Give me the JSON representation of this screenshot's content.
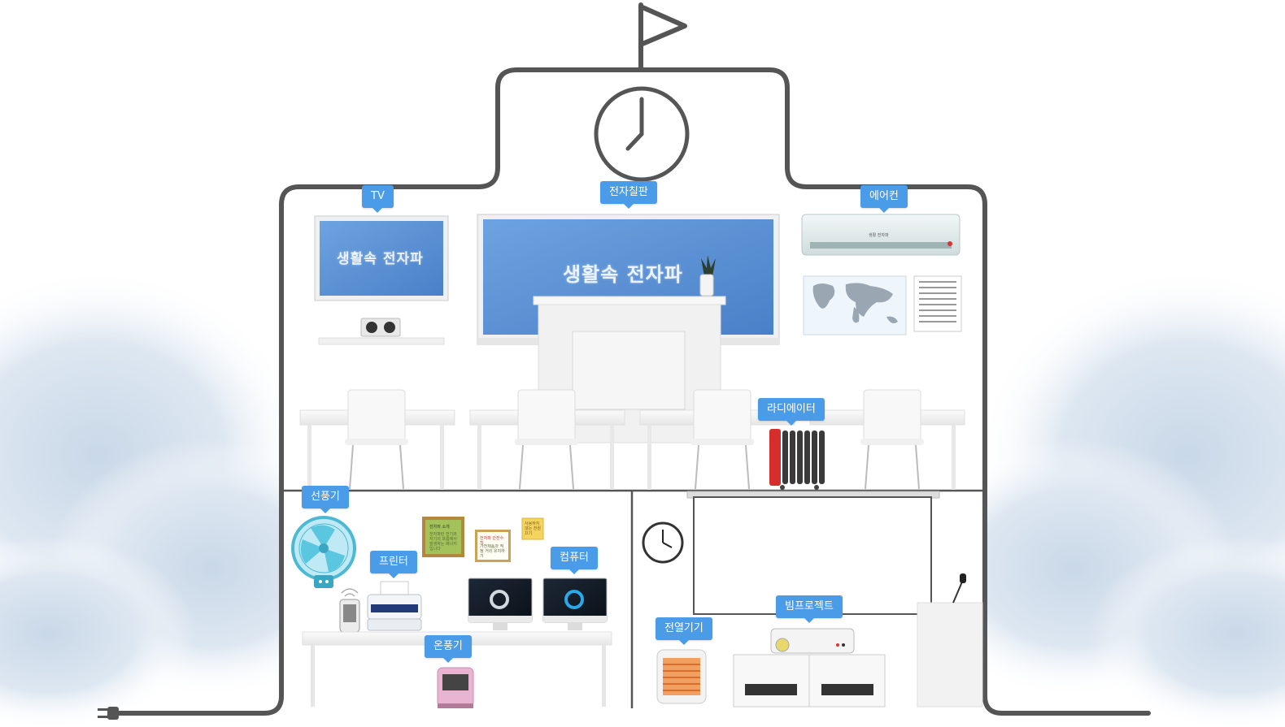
{
  "labels": {
    "tv": "TV",
    "blackboard": "전자칠판",
    "aircon": "에어컨",
    "radiator": "라디에이터",
    "fan": "선풍기",
    "printer": "프린터",
    "computer": "컴퓨터",
    "heater": "온풍기",
    "electric_heater": "전열기기",
    "projector": "빔프로젝트"
  },
  "screens": {
    "tv_logo": "생활속 전자파",
    "board_logo": "생활속 전자파"
  },
  "notes": {
    "green_board_title": "전자파 소개",
    "green_board_text": "전자파란 전기와 자기의 흐름에서 발생하는 에너지입니다",
    "paper_note_title": "전자파 안전수칙",
    "paper_note_text": "가전제품과 적정 거리 유지하기",
    "yellow_note_text": "사용하지 않는 전원 끄기",
    "aircon_brand": "생활 전자파"
  },
  "colors": {
    "tag_bg": "#4a9be8",
    "outline": "#555555",
    "screen_blue": "#5a92d6"
  },
  "icons": {
    "flag": "flag-icon",
    "clock": "clock-icon",
    "plug": "plug-icon"
  }
}
